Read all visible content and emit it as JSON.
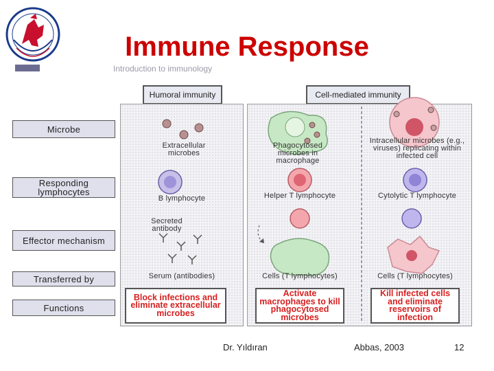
{
  "slide": {
    "title": "Immune Response",
    "breadcrumb": "Introduction to immunology",
    "author": "Dr. Yıldıran",
    "source": "Abbas, 2003",
    "page_number": "12"
  },
  "figure": {
    "columns": {
      "humoral": "Humoral immunity",
      "cell_mediated": "Cell-mediated immunity"
    },
    "rows": [
      "Microbe",
      "Responding lymphocytes",
      "Effector mechanism",
      "Transferred by",
      "Functions"
    ],
    "captions": {
      "extracellular": "Extracellular microbes",
      "phagocytosed": "Phagocytosed microbes in macrophage",
      "intracellular": "Intracellular microbes (e.g., viruses) replicating within infected cell",
      "b_lymphocyte": "B lymphocyte",
      "helper_t": "Helper T lymphocyte",
      "cytolytic_t": "Cytolytic T lymphocyte",
      "secreted_antibody": "Secreted antibody",
      "serum": "Serum (antibodies)",
      "cells_helper": "Cells (T lymphocytes)",
      "cells_cytolytic": "Cells (T lymphocytes)"
    },
    "functions": {
      "humoral": "Block infections and eliminate extracellular microbes",
      "helper": "Activate macrophages to kill phagocytosed microbes",
      "cytolytic": "Kill infected cells and eliminate reservoirs of infection"
    }
  },
  "colors": {
    "title": "#cc0000",
    "function_text": "#d62020",
    "macrophage": "#c7e8c4",
    "b_cell": "#c9c0ea",
    "helper_cell": "#f3a7ad",
    "ctl_cell": "#bfb6ee",
    "infected_cell": "#f5c6cc"
  }
}
